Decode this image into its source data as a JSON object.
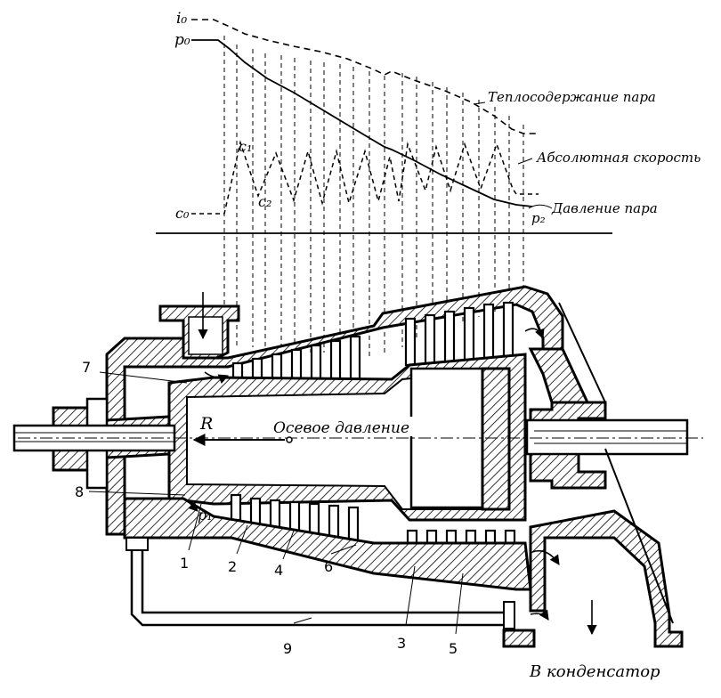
{
  "diagram": {
    "curve_labels": {
      "enthalpy": "Теплосодержание пара",
      "velocity": "Абсолютная скорость",
      "pressure": "Давление пара"
    },
    "symbols": {
      "i0": "i₀",
      "p0": "p₀",
      "c1": "c₁",
      "c2": "c₂",
      "c0": "c₀",
      "p2": "p₂",
      "p1": "p₁",
      "R": "R"
    },
    "axial_thrust": "Осевое давление",
    "to_condenser": "В конденсатор",
    "callouts": [
      "1",
      "2",
      "3",
      "4",
      "5",
      "6",
      "7",
      "8",
      "9"
    ]
  }
}
